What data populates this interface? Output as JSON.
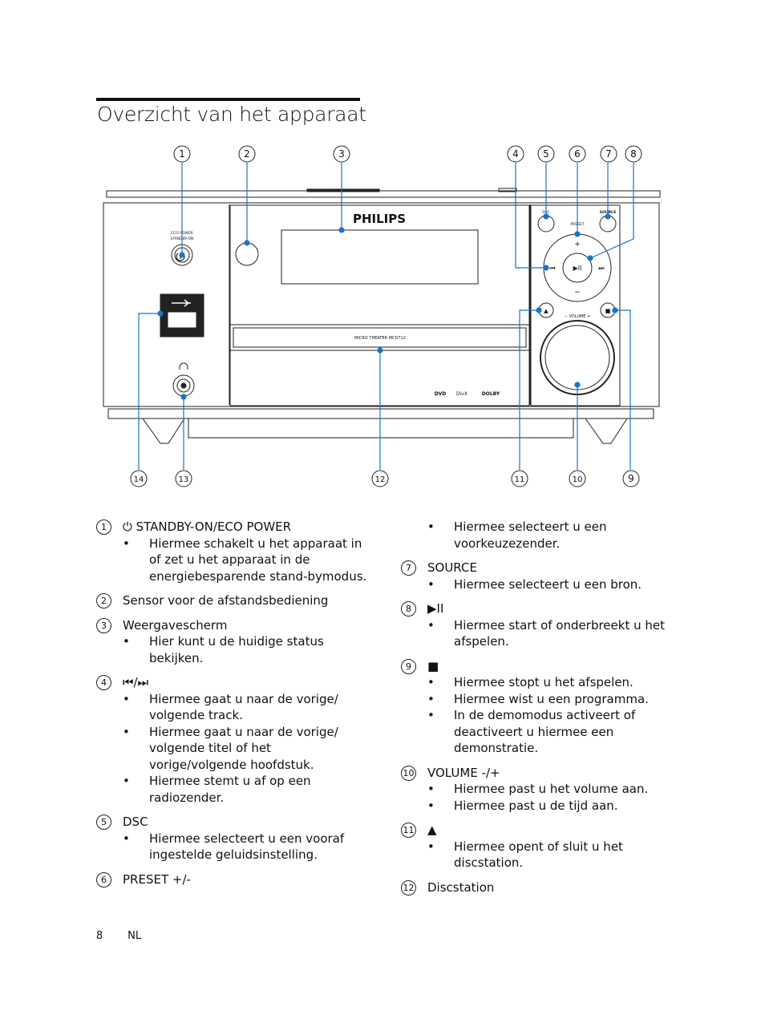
{
  "page": {
    "title": "Overzicht van het apparaat",
    "page_number": "8",
    "language": "NL"
  },
  "diagram": {
    "brand": "PHILIPS",
    "model_text": "MICRO THEATER MCD712",
    "labels": {
      "eco_power": "ECO POWER",
      "standby_on": "STANDBY-ON",
      "dsc": "DSC",
      "preset": "PRESET",
      "source": "SOURCE",
      "volume": "− VOLUME +",
      "plus": "+",
      "minus": "−",
      "prev": "⏮",
      "play": "▶II",
      "next": "⏭",
      "eject": "▲",
      "stop": "■",
      "headphone": "🎧",
      "logo_dvd": "DVD",
      "logo_divx": "DivX",
      "logo_dolby": "DOLBY"
    },
    "callouts_top": [
      "1",
      "2",
      "3",
      "4",
      "5",
      "6",
      "7",
      "8"
    ],
    "callouts_bottom": [
      "14",
      "13",
      "12",
      "11",
      "10",
      "9"
    ]
  },
  "left_column": [
    {
      "num": "1",
      "title": "⏻ STANDBY-ON/ECO POWER",
      "bullets": [
        "Hiermee schakelt u het apparaat in of zet u het apparaat in de energiebesparende stand-bymodus."
      ]
    },
    {
      "num": "2",
      "title": "Sensor voor de afstandsbediening",
      "bullets": []
    },
    {
      "num": "3",
      "title": "Weergavescherm",
      "bullets": [
        "Hier kunt u de huidige status bekijken."
      ]
    },
    {
      "num": "4",
      "title": "⏮/⏭",
      "bullets": [
        "Hiermee gaat u naar de vorige/ volgende track.",
        "Hiermee gaat u naar de vorige/ volgende titel of het vorige/volgende hoofdstuk.",
        "Hiermee stemt u af op een radiozender."
      ]
    },
    {
      "num": "5",
      "title": "DSC",
      "bullets": [
        "Hiermee selecteert u een vooraf ingestelde geluidsinstelling."
      ]
    },
    {
      "num": "6",
      "title": "PRESET +/-",
      "bullets": []
    }
  ],
  "right_column": [
    {
      "num": "",
      "title": "",
      "bullets": [
        "Hiermee selecteert u een voorkeuzezender."
      ]
    },
    {
      "num": "7",
      "title": "SOURCE",
      "bullets": [
        "Hiermee selecteert u een bron."
      ]
    },
    {
      "num": "8",
      "title": "▶II",
      "bullets": [
        "Hiermee start of onderbreekt u het afspelen."
      ]
    },
    {
      "num": "9",
      "title": "■",
      "bullets": [
        "Hiermee stopt u het afspelen.",
        "Hiermee wist u een programma.",
        "In de demomodus activeert of deactiveert u hiermee een demonstratie."
      ]
    },
    {
      "num": "10",
      "title": "VOLUME -/+",
      "bullets": [
        "Hiermee past u het volume aan.",
        "Hiermee past u de tijd aan."
      ]
    },
    {
      "num": "11",
      "title": "▲",
      "bullets": [
        "Hiermee opent of sluit u het discstation."
      ]
    },
    {
      "num": "12",
      "title": "Discstation",
      "bullets": []
    }
  ]
}
